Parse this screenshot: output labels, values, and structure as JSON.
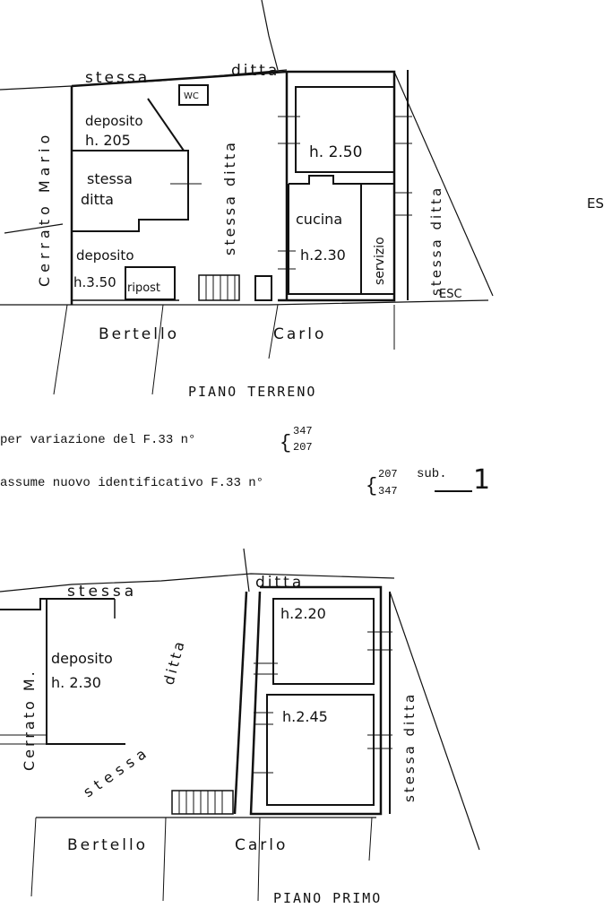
{
  "ground_floor": {
    "title": "PIANO TERRENO",
    "top_street": "stessa",
    "top_street_2": "ditta",
    "wc": "WC",
    "deposito_1": "deposito",
    "deposito_1_h": "h. 205",
    "stessa_ditta_room_1": "stessa",
    "stessa_ditta_room_2": "ditta",
    "deposito_2": "deposito",
    "deposito_2_h": "h.3.50",
    "ripost": "ripost",
    "corridor": "stessa ditta",
    "room_h": "h. 2.50",
    "cucina": "cucina",
    "cucina_h": "h.2.30",
    "servizio": "servizio",
    "right_side": "stessa ditta",
    "esc": "ESC",
    "left_street": "Cerrato Mario",
    "bottom_left": "Bertello",
    "bottom_right": "Carlo",
    "edge_text": "ES"
  },
  "notes": {
    "line1": "per variazione del F.33 n°",
    "line1_a": "347",
    "line1_b": "207",
    "line2": "assume nuovo identificativo F.33 n°",
    "line2_a": "207",
    "line2_b": "347",
    "sub": "sub.",
    "sub_num": "1"
  },
  "first_floor": {
    "title": "PIANO PRIMO",
    "top_left": "stessa",
    "top_right": "ditta",
    "left_street": "Cerrato M.",
    "deposito": "deposito",
    "deposito_h": "h. 2.30",
    "diag_1": "ditta",
    "diag_2": "stessa",
    "room1_h": "h.2.20",
    "room2_h": "h.2.45",
    "right_side": "stessa ditta",
    "bottom_left": "Bertello",
    "bottom_right": "Carlo"
  }
}
